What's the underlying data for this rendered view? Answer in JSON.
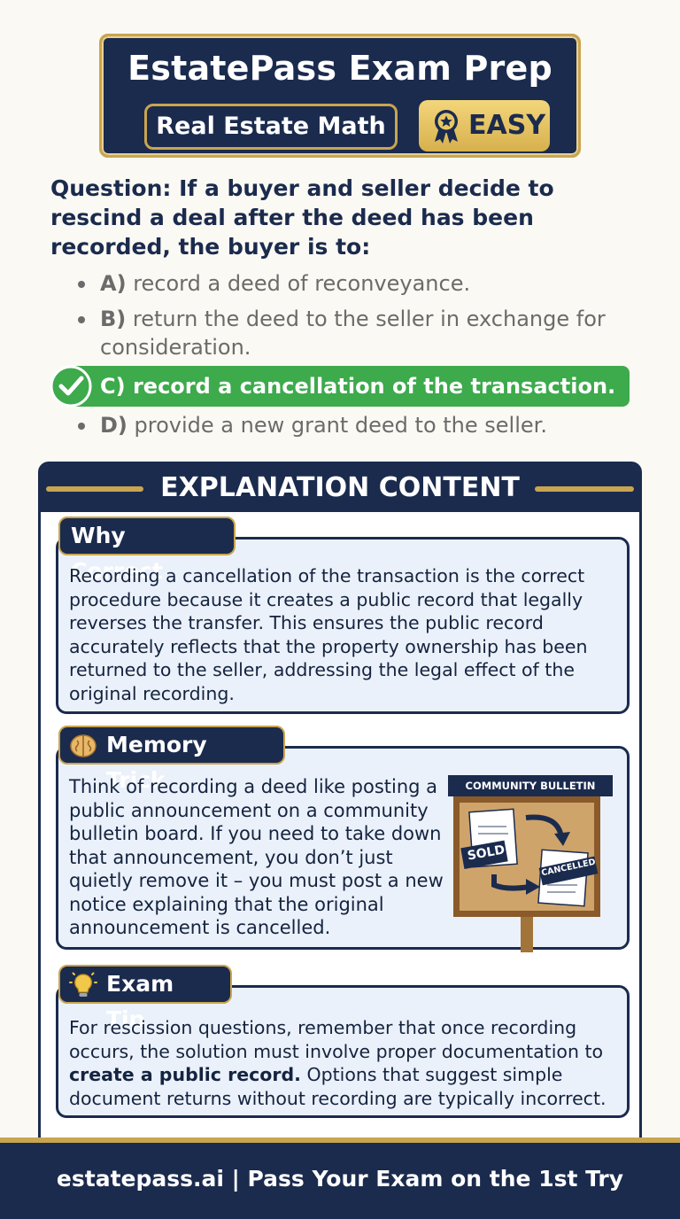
{
  "header": {
    "title": "EstatePass Exam Prep",
    "subject": "Real Estate Math",
    "level": "EASY"
  },
  "question": {
    "text": "Question: If a buyer and seller decide to rescind a deal after the deed has been recorded, the buyer is to:",
    "options": [
      {
        "letter": "A)",
        "text": "record a deed of reconveyance."
      },
      {
        "letter": "B)",
        "text": "return the deed to the seller in exchange for consideration."
      },
      {
        "letter": "C)",
        "text": "record a cancellation of the transaction.",
        "correct": true
      },
      {
        "letter": "D)",
        "text": "provide a new grant deed to the seller."
      }
    ]
  },
  "explanation": {
    "title": "EXPLANATION CONTENT",
    "why_correct": {
      "label": "Why Correct",
      "text": "Recording a cancellation of the transaction is the correct procedure because it creates a public record that legally reverses the transfer. This ensures the public record accurately reflects that the property ownership has been returned to the seller, addressing the legal effect of the original recording."
    },
    "memory_trick": {
      "label": "Memory Trick",
      "icon": "brain-icon",
      "text": "Think of recording a deed like posting a public announcement on a community bulletin board. If you need to take down that announcement, you don’t just quietly remove it – you must post a new notice explaining that the original announcement is cancelled.",
      "illustration": {
        "heading": "COMMUNITY BULLETIN",
        "stamp_1": "SOLD",
        "stamp_2": "CANCELLED"
      }
    },
    "exam_tip": {
      "label": "Exam Tip",
      "icon": "lightbulb-icon",
      "text_before": "For rescission questions, remember that once recording occurs, the solution must involve proper documentation to ",
      "text_bold": "create a public record.",
      "text_after": " Options that suggest simple document returns without recording are typically incorrect."
    }
  },
  "footer": {
    "text": "estatepass.ai | Pass Your Exam on the 1st Try"
  },
  "colors": {
    "navy": "#1b2b4e",
    "gold": "#c9a550",
    "correct_green": "#3daa4c",
    "card_bg": "#ebf1fa"
  }
}
